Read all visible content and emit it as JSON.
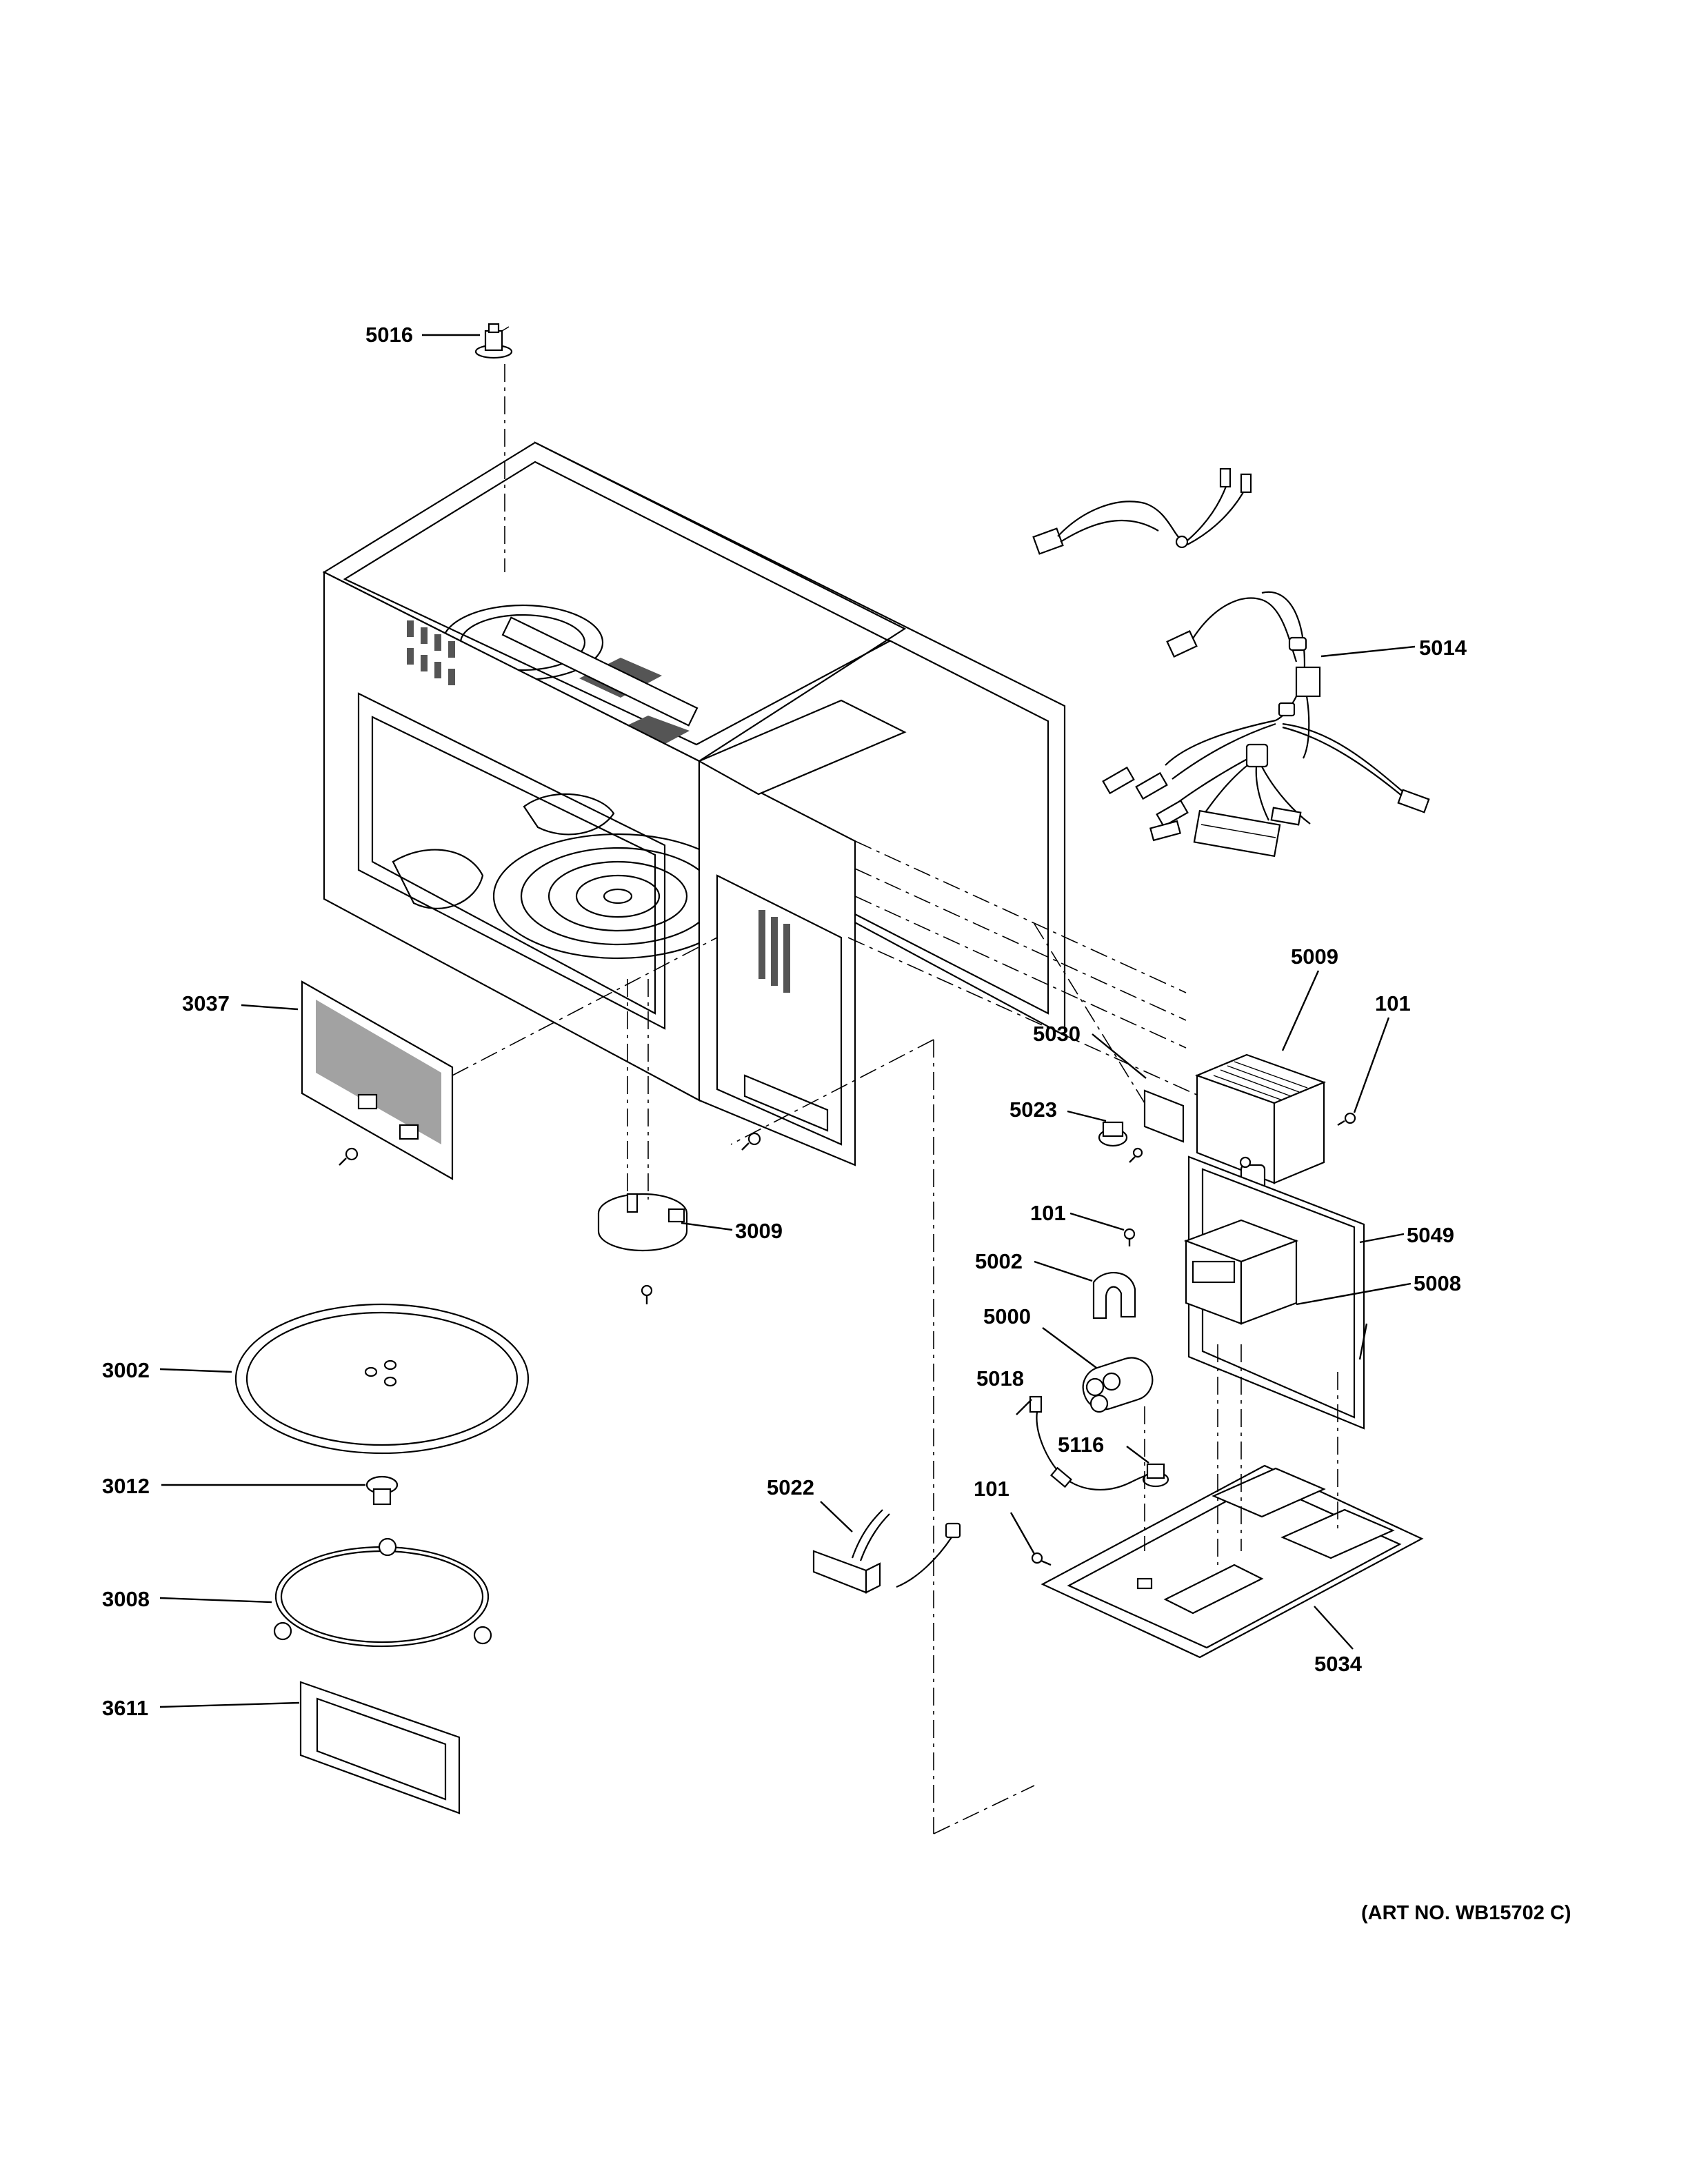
{
  "art_number": "(ART NO. WB15702 C)",
  "callouts": [
    {
      "id": "c5016",
      "label": "5016"
    },
    {
      "id": "c5014",
      "label": "5014"
    },
    {
      "id": "c5009",
      "label": "5009"
    },
    {
      "id": "c101a",
      "label": "101"
    },
    {
      "id": "c5030",
      "label": "5030"
    },
    {
      "id": "c5023",
      "label": "5023"
    },
    {
      "id": "c3037",
      "label": "3037"
    },
    {
      "id": "c3009",
      "label": "3009"
    },
    {
      "id": "c101b",
      "label": "101"
    },
    {
      "id": "c5049",
      "label": "5049"
    },
    {
      "id": "c5002",
      "label": "5002"
    },
    {
      "id": "c5008",
      "label": "5008"
    },
    {
      "id": "c5000",
      "label": "5000"
    },
    {
      "id": "c3002",
      "label": "3002"
    },
    {
      "id": "c5018",
      "label": "5018"
    },
    {
      "id": "c5116",
      "label": "5116"
    },
    {
      "id": "c3012",
      "label": "3012"
    },
    {
      "id": "c5022",
      "label": "5022"
    },
    {
      "id": "c101c",
      "label": "101"
    },
    {
      "id": "c3008",
      "label": "3008"
    },
    {
      "id": "c5034",
      "label": "5034"
    },
    {
      "id": "c3611",
      "label": "3611"
    }
  ]
}
